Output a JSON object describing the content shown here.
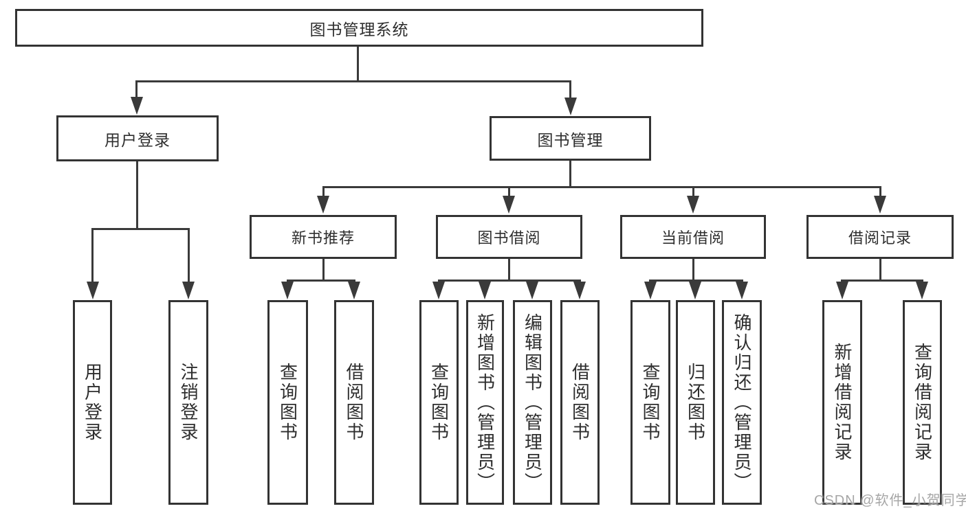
{
  "diagram": {
    "root": {
      "label": "图书管理系统"
    },
    "branches": [
      {
        "label": "用户登录",
        "children": [
          {
            "label": "用户登录"
          },
          {
            "label": "注销登录"
          }
        ]
      },
      {
        "label": "图书管理",
        "groups": [
          {
            "label": "新书推荐",
            "children": [
              {
                "label": "查询图书"
              },
              {
                "label": "借阅图书"
              }
            ]
          },
          {
            "label": "图书借阅",
            "children": [
              {
                "label": "查询图书"
              },
              {
                "label": "新增图书（管理员）"
              },
              {
                "label": "编辑图书（管理员）"
              },
              {
                "label": "借阅图书"
              }
            ]
          },
          {
            "label": "当前借阅",
            "children": [
              {
                "label": "查询图书"
              },
              {
                "label": "归还图书"
              },
              {
                "label": "确认归还（管理员）"
              }
            ]
          },
          {
            "label": "借阅记录",
            "children": [
              {
                "label": "新增借阅记录"
              },
              {
                "label": "查询借阅记录"
              }
            ]
          }
        ]
      }
    ]
  },
  "watermark": {
    "text": "CSDN @软件_小贺同学"
  },
  "colors": {
    "background": "#ffffff",
    "box_border": "#333333",
    "connector": "#3a3a3a",
    "text": "#2e2e2e",
    "watermark": "#a6a6a6"
  }
}
